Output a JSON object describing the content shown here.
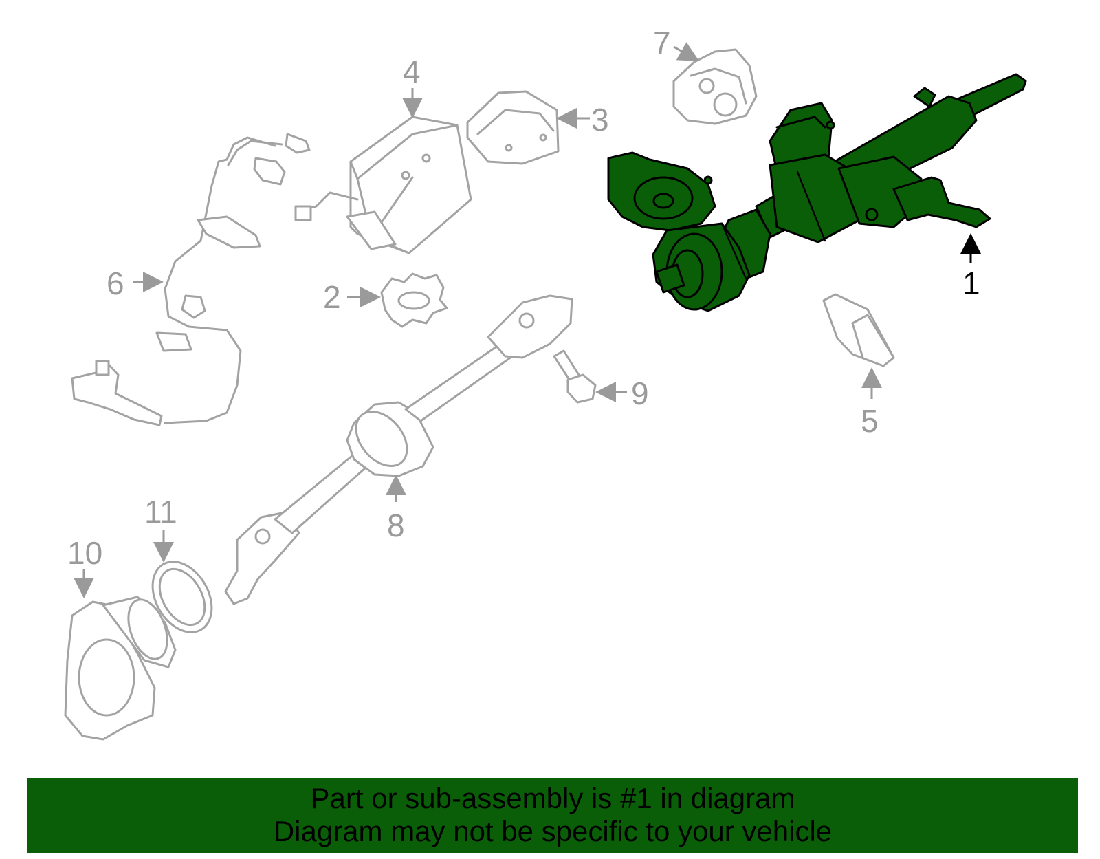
{
  "callouts": {
    "c1": "1",
    "c2": "2",
    "c3": "3",
    "c4": "4",
    "c5": "5",
    "c6": "6",
    "c7": "7",
    "c8": "8",
    "c9": "9",
    "c10": "10",
    "c11": "11"
  },
  "highlight": {
    "part": "1",
    "color": "#0b5e08"
  },
  "footer": {
    "line1": "Part or sub-assembly is #1 in diagram",
    "line2": "Diagram may not be specific to your vehicle"
  }
}
